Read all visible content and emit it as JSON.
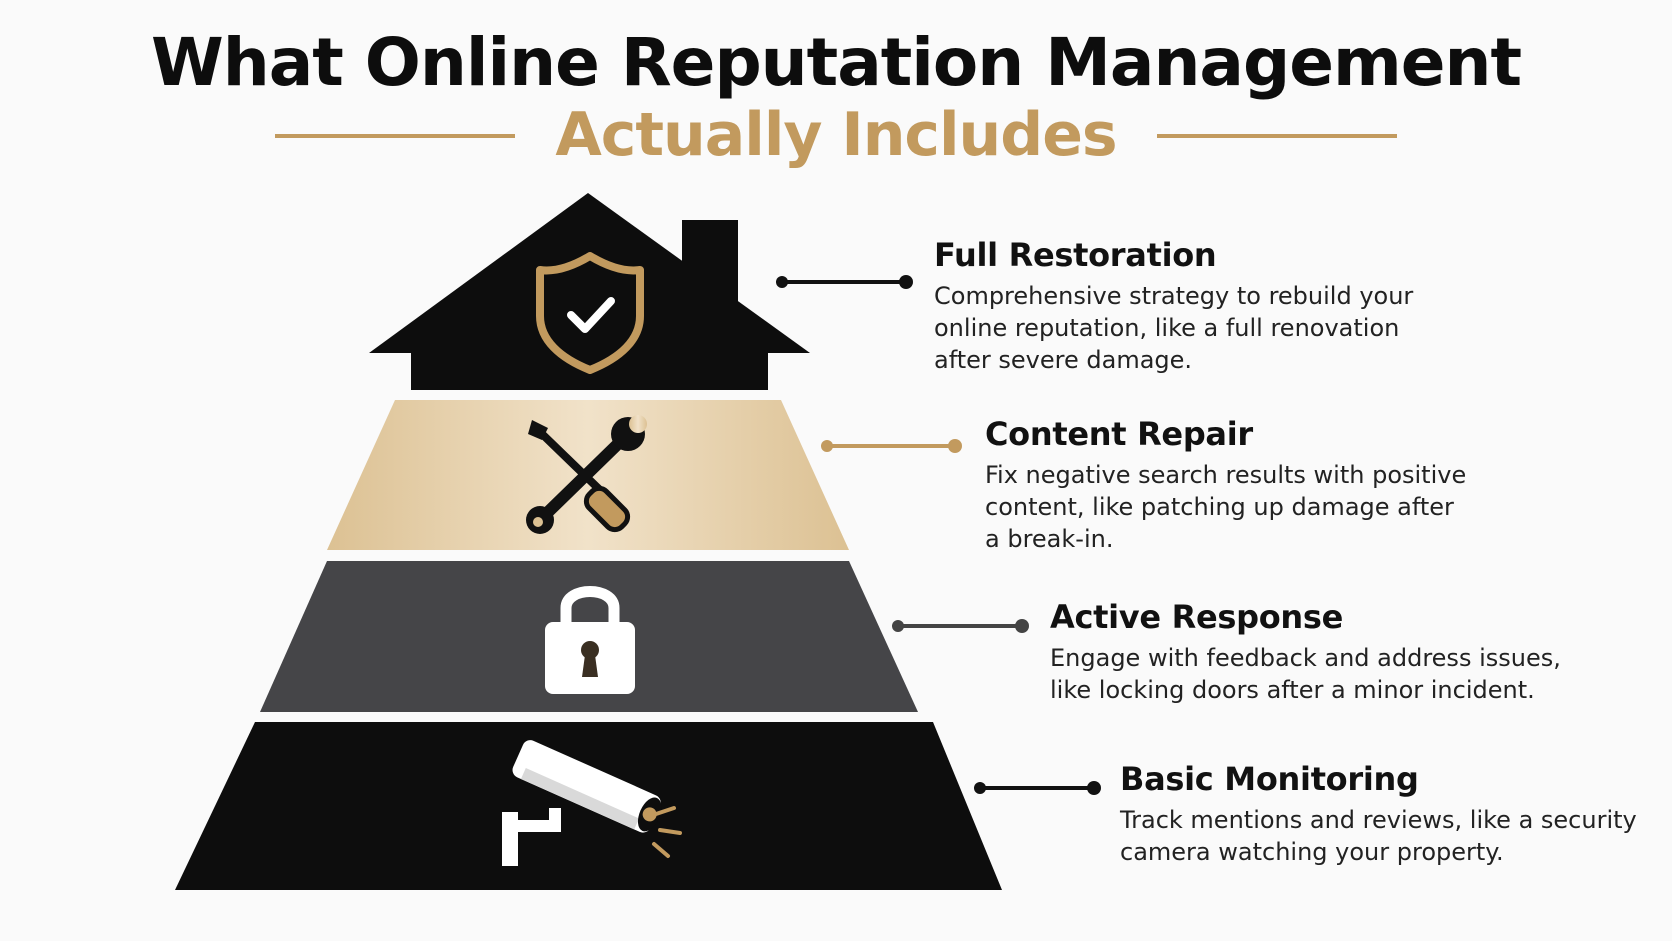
{
  "title": {
    "line1": "What Online Reputation Management",
    "line2": "Actually Includes"
  },
  "colors": {
    "accent": "#c29a5e",
    "black": "#0d0d0d",
    "gray": "#454548",
    "tan": "#e6cfa9"
  },
  "tiers": [
    {
      "name": "Full Restoration",
      "description": "Comprehensive strategy to rebuild your online reputation, like a full renovation after severe damage.",
      "icon": "shield-check-icon"
    },
    {
      "name": "Content Repair",
      "description": "Fix negative search results with positive content, like patching up damage after a break-in.",
      "icon": "wrench-screwdriver-icon"
    },
    {
      "name": "Active Response",
      "description": "Engage with feedback and address issues, like locking doors after a minor incident.",
      "icon": "padlock-icon"
    },
    {
      "name": "Basic Monitoring",
      "description": "Track mentions and reviews, like a security camera watching your property.",
      "icon": "security-camera-icon"
    }
  ]
}
